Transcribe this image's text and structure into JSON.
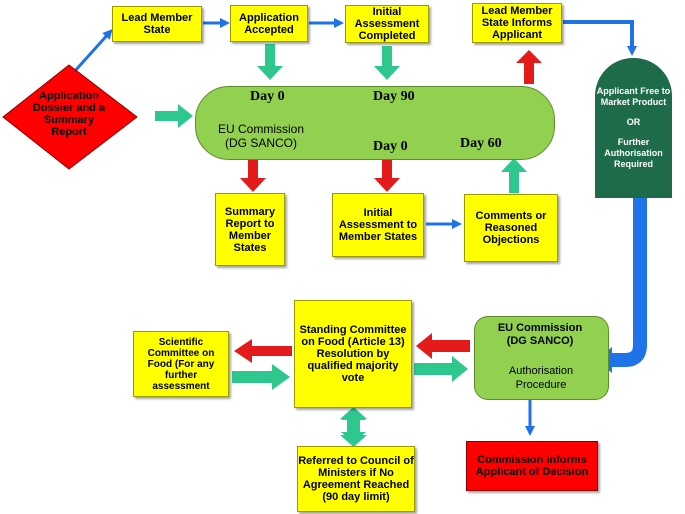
{
  "nodes": {
    "application_dossier": "Application Dossier and a Summary Report",
    "lead_member_state": "Lead Member State",
    "application_accepted": "Application Accepted",
    "initial_assessment_completed": "Initial Assessment Completed",
    "lead_member_informs": "Lead Member State Informs Applicant",
    "eu_commission_top": "EU Commission (DG SANCO)",
    "applicant_free_a": "Applicant Free to Market Product",
    "applicant_free_or": "OR",
    "applicant_free_b": "Further Authorisation Required",
    "summary_report": "Summary Report to Member States",
    "initial_assessment_ms": "Initial Assessment to Member States",
    "comments_objections": "Comments or Reasoned Objections",
    "standing_committee": "Standing Committee on Food (Article 13) Resolution by qualified majority vote",
    "scientific_committee": "Scientific Committee on Food (For any further assessment",
    "referred_council": "Referred to Council of Ministers if No Agreement Reached",
    "referred_council_limit": "(90 day limit)",
    "eu_commission_bottom": "EU Commission (DG SANCO)",
    "authorisation_procedure": "Authorisation Procedure",
    "commission_informs": "Commission informs Applicant of Decision"
  },
  "day_labels": {
    "day0_top": "Day 0",
    "day90": "Day 90",
    "day0_mid": "Day 0",
    "day60": "Day 60"
  },
  "colors": {
    "box_yellow": "#ffff00",
    "box_red": "#ff0000",
    "pill_green": "#92d050",
    "tab_dark_green": "#1e6b4a",
    "arrow_teal": "#2ec88e",
    "arrow_red": "#e31b1b",
    "arrow_blue": "#1e73e8"
  }
}
